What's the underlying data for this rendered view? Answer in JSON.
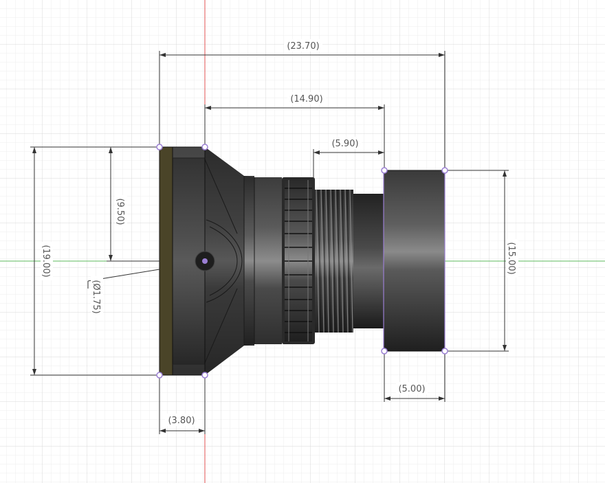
{
  "colors": {
    "grid_minor": "#eeeeee",
    "grid_major": "#d8d8d8",
    "axis_vertical": "#e05050",
    "axis_horizontal": "#5cb85c",
    "dimension_line": "#333333",
    "dimension_text": "#555555",
    "vertex_marker": "#9b7fd4",
    "body_dark": "#2b2b2b",
    "body_light": "#8a8a8a",
    "face_plate": "#4a4428"
  },
  "dimensions": {
    "overall_length": "(23.70)",
    "thread_to_face": "(14.90)",
    "thread_length": "(5.90)",
    "front_height": "(19.00)",
    "half_height": "(9.50)",
    "hole_diameter": "(Ø1.75)",
    "rear_height": "(15.00)",
    "rear_length": "(5.00)",
    "front_length": "(3.80)"
  }
}
